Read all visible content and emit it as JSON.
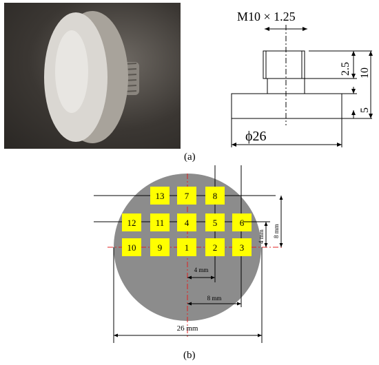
{
  "panel_a": {
    "caption": "(a)",
    "thread_label": "M10 × 1.25",
    "dim_thread": "2.5",
    "dim_total": "10",
    "dim_head": "5",
    "dim_diameter": "ϕ26"
  },
  "panel_b": {
    "caption": "(b)",
    "squares": [
      "13",
      "7",
      "8",
      "12",
      "11",
      "4",
      "5",
      "6",
      "10",
      "9",
      "1",
      "2",
      "3"
    ],
    "dim_4mm_h": "4 mm",
    "dim_8mm_h": "8 mm",
    "dim_26mm": "26 mm",
    "dim_4mm_v": "4 mm",
    "dim_8mm_v": "8 mm"
  },
  "colors": {
    "square_fill": "#ffff00",
    "disk_fill": "#8c8c8c",
    "center_line": "#e02020"
  }
}
